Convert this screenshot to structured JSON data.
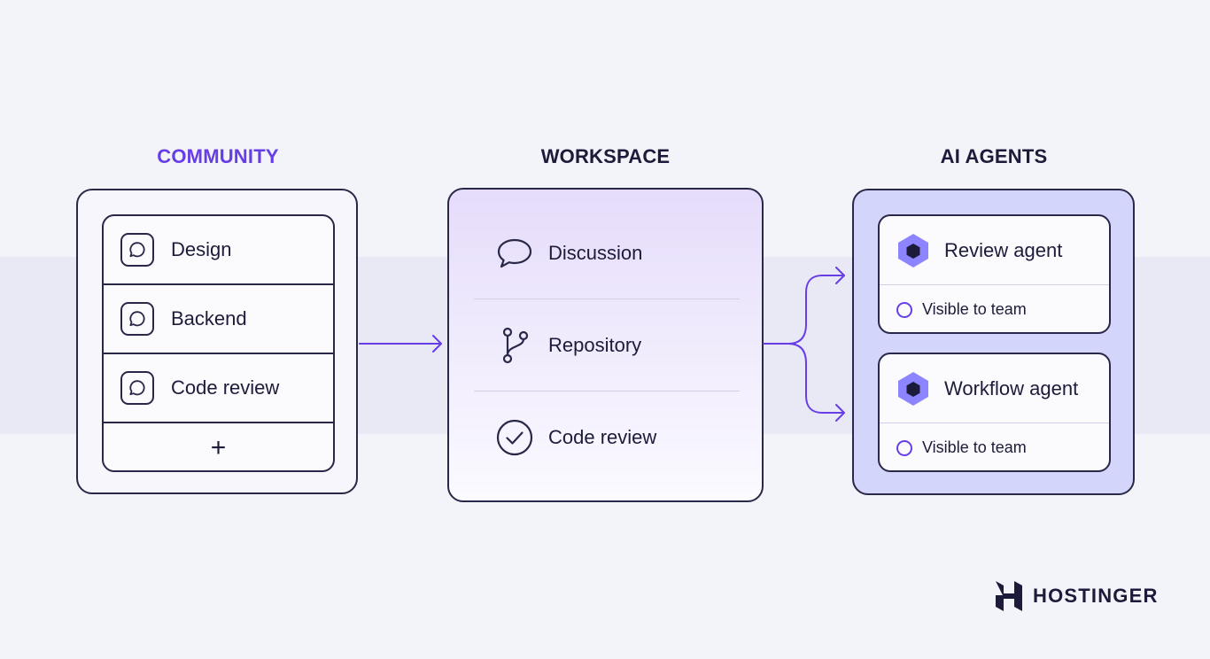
{
  "columns": {
    "community": {
      "title": "COMMUNITY",
      "channels": [
        {
          "label": "Design",
          "icon": "chat-bubble-icon"
        },
        {
          "label": "Backend",
          "icon": "chat-bubble-icon"
        },
        {
          "label": "Code review",
          "icon": "chat-bubble-icon"
        }
      ],
      "add_label": "+"
    },
    "workspace": {
      "title": "WORKSPACE",
      "items": [
        {
          "label": "Discussion",
          "icon": "speech-bubble-icon"
        },
        {
          "label": "Repository",
          "icon": "git-branch-icon"
        },
        {
          "label": "Code review",
          "icon": "check-circle-icon"
        }
      ]
    },
    "agents": {
      "title": "AI AGENTS",
      "cards": [
        {
          "name": "Review agent",
          "visibility": "Visible to team",
          "icon": "hexagon-icon"
        },
        {
          "name": "Workflow agent",
          "visibility": "Visible to team",
          "icon": "hexagon-icon"
        }
      ]
    }
  },
  "brand": {
    "name": "HOSTINGER",
    "icon": "hostinger-logo-icon"
  },
  "colors": {
    "accent": "#673de6",
    "ink": "#1d1b3a",
    "agents_panel": "#d4d5fa",
    "hexagon": "#8c85ff",
    "background": "#f3f3fa"
  }
}
